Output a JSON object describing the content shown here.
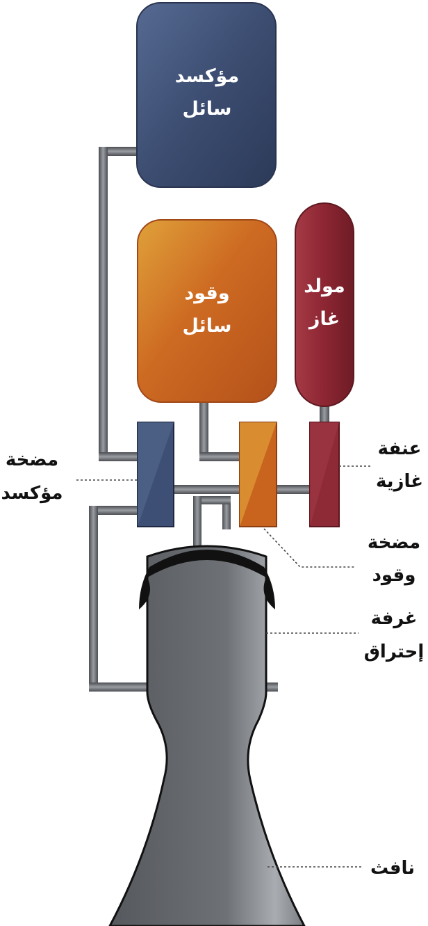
{
  "labels": {
    "oxidizer_tank": [
      "مؤكسد",
      "سائل"
    ],
    "fuel_tank": [
      "وقود",
      "سائل"
    ],
    "gas_generator": [
      "مولد",
      "غاز"
    ],
    "oxidizer_pump": [
      "مضخة",
      "مؤكسد"
    ],
    "turbine": [
      "عنفة",
      "غازية"
    ],
    "fuel_pump": [
      "مضخة",
      "وقود"
    ],
    "combustion_chamber": [
      "غرفة",
      "إحتراق"
    ],
    "nozzle": [
      "نافث"
    ]
  },
  "colors": {
    "oxidizer": "#3d4f74",
    "fuel": "#c9641f",
    "gas_generator": "#8e2a35",
    "pipe": "#5e6166",
    "engine": "#6a6d72",
    "engine_rim": "#111111"
  }
}
